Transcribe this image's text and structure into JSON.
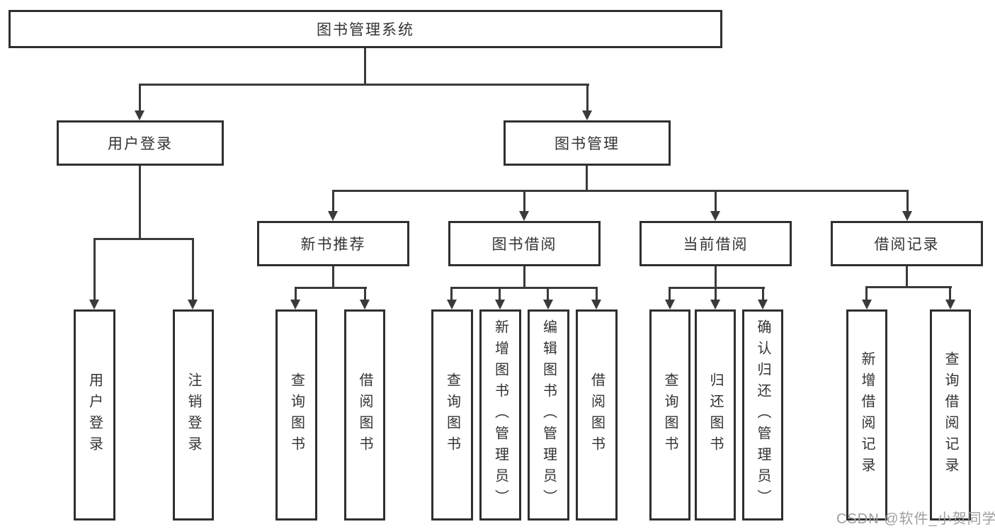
{
  "tree": {
    "root": "图书管理系统",
    "children": [
      {
        "label": "用户登录",
        "children": [
          {
            "label": "用户登录"
          },
          {
            "label": "注销登录"
          }
        ]
      },
      {
        "label": "图书管理",
        "children": [
          {
            "label": "新书推荐",
            "children": [
              {
                "label": "查询图书"
              },
              {
                "label": "借阅图书"
              }
            ]
          },
          {
            "label": "图书借阅",
            "children": [
              {
                "label": "查询图书"
              },
              {
                "label": "新增图书（管理员）"
              },
              {
                "label": "编辑图书（管理员）"
              },
              {
                "label": "借阅图书"
              }
            ]
          },
          {
            "label": "当前借阅",
            "children": [
              {
                "label": "查询图书"
              },
              {
                "label": "归还图书"
              },
              {
                "label": "确认归还（管理员）"
              }
            ]
          },
          {
            "label": "借阅记录",
            "children": [
              {
                "label": "新增借阅记录"
              },
              {
                "label": "查询借阅记录"
              }
            ]
          }
        ]
      }
    ]
  },
  "watermark": "CSDN @软件_小贺同学",
  "colors": {
    "line": "#3a3a3a",
    "border": "#2f2f2f",
    "text": "#333333",
    "background": "#ffffff",
    "watermark": "#9e9e9e"
  }
}
